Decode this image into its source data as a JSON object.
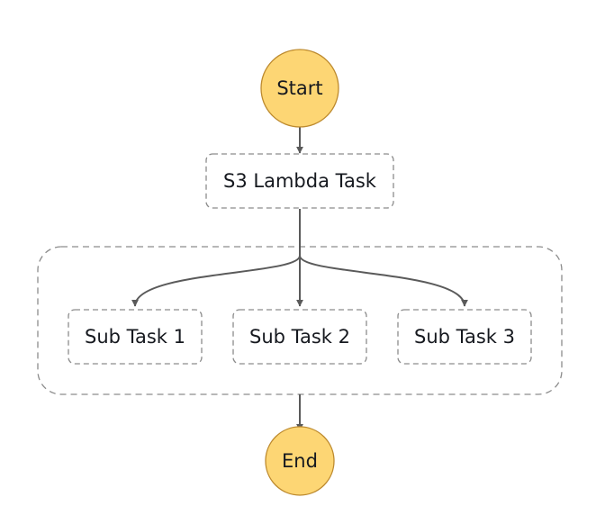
{
  "diagram": {
    "start": {
      "label": "Start"
    },
    "task": {
      "label": "S3 Lambda Task"
    },
    "parallel": {
      "branches": [
        {
          "label": "Sub Task 1"
        },
        {
          "label": "Sub Task 2"
        },
        {
          "label": "Sub Task 3"
        }
      ]
    },
    "end": {
      "label": "End"
    }
  },
  "colors": {
    "terminal_fill": "#fdd674",
    "terminal_stroke": "#bd8a2e",
    "box_stroke": "#8c8c8c",
    "edge": "#5a5a5a",
    "text": "#16191f"
  }
}
